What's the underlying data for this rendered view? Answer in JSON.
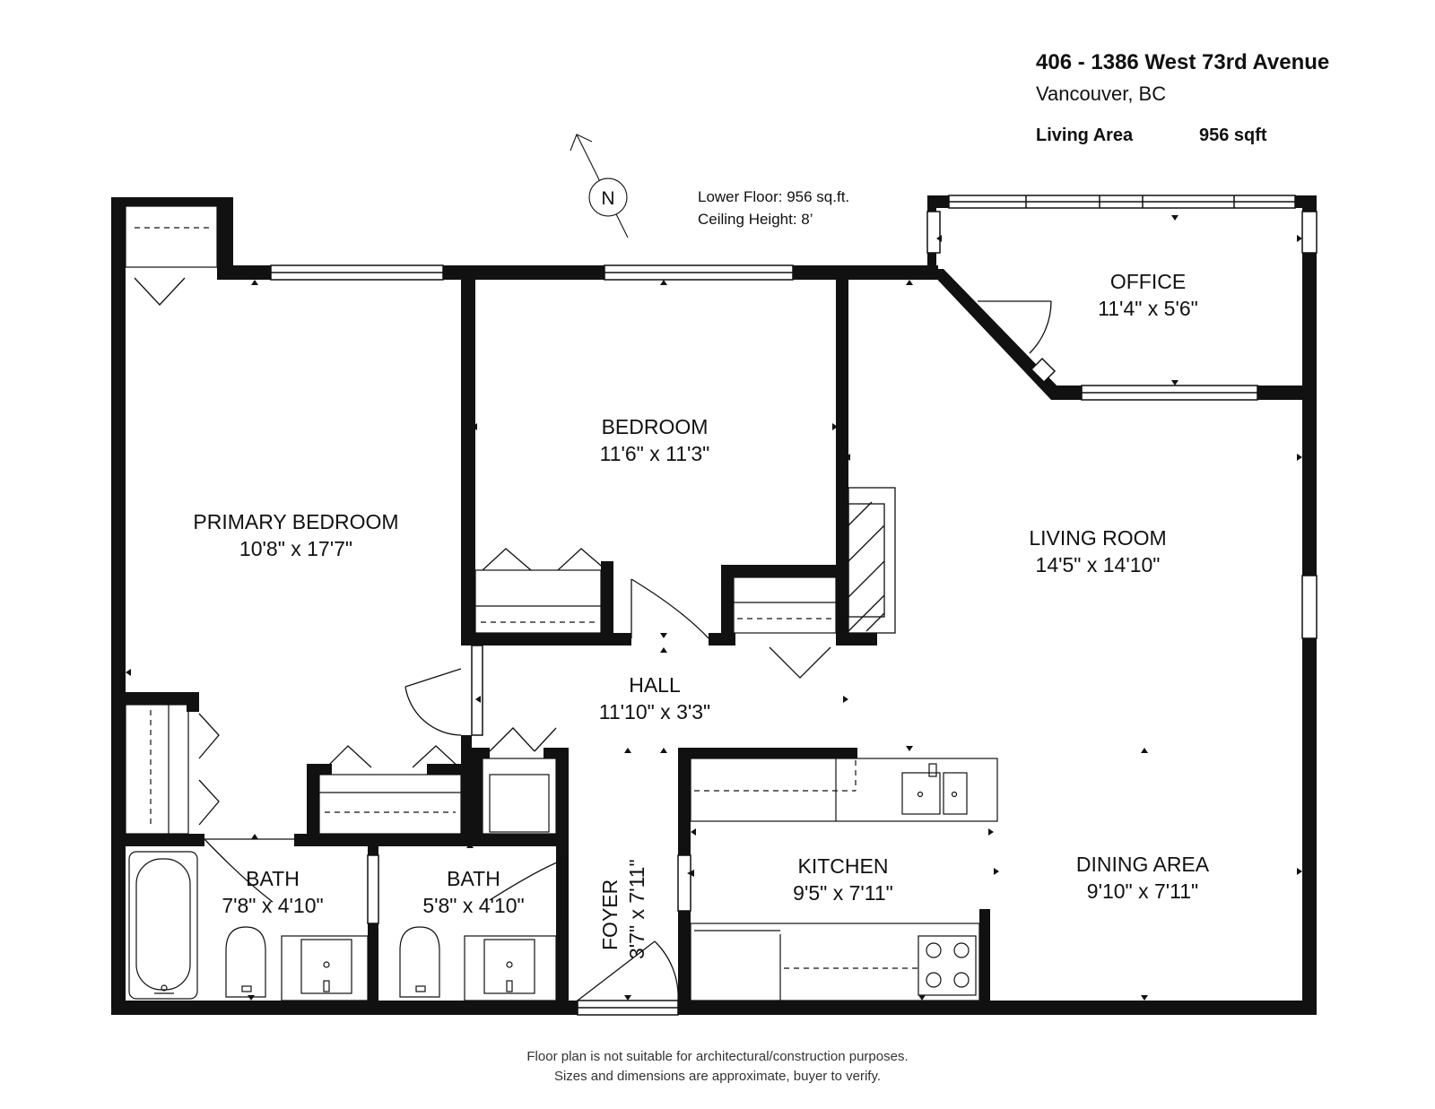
{
  "header": {
    "address": "406 - 1386 West 73rd Avenue",
    "city": "Vancouver, BC",
    "living_area_label": "Living Area",
    "living_area_value": "956 sqft"
  },
  "floor_info": {
    "lower_floor": "Lower Floor: 956 sq.ft.",
    "ceiling_height": "Ceiling Height: 8’"
  },
  "compass": {
    "label": "N"
  },
  "rooms": {
    "office": {
      "name": "OFFICE",
      "size": "11'4\" x 5'6\""
    },
    "bedroom": {
      "name": "BEDROOM",
      "size": "11'6\" x 11'3\""
    },
    "primary_bedroom": {
      "name": "PRIMARY BEDROOM",
      "size": "10'8\" x 17'7\""
    },
    "living_room": {
      "name": "LIVING ROOM",
      "size": "14'5\" x 14'10\""
    },
    "hall": {
      "name": "HALL",
      "size": "11'10\" x 3'3\""
    },
    "bath1": {
      "name": "BATH",
      "size": "7'8\" x 4'10\""
    },
    "bath2": {
      "name": "BATH",
      "size": "5'8\" x 4'10\""
    },
    "kitchen": {
      "name": "KITCHEN",
      "size": "9'5\" x 7'11\""
    },
    "dining": {
      "name": "DINING AREA",
      "size": "9'10\" x 7'11\""
    },
    "foyer": {
      "name": "FOYER",
      "size": "3'7\" x 7'11\""
    }
  },
  "disclaimer": {
    "line1": "Floor plan is not suitable for architectural/construction purposes.",
    "line2": "Sizes and dimensions are approximate, buyer to verify."
  }
}
